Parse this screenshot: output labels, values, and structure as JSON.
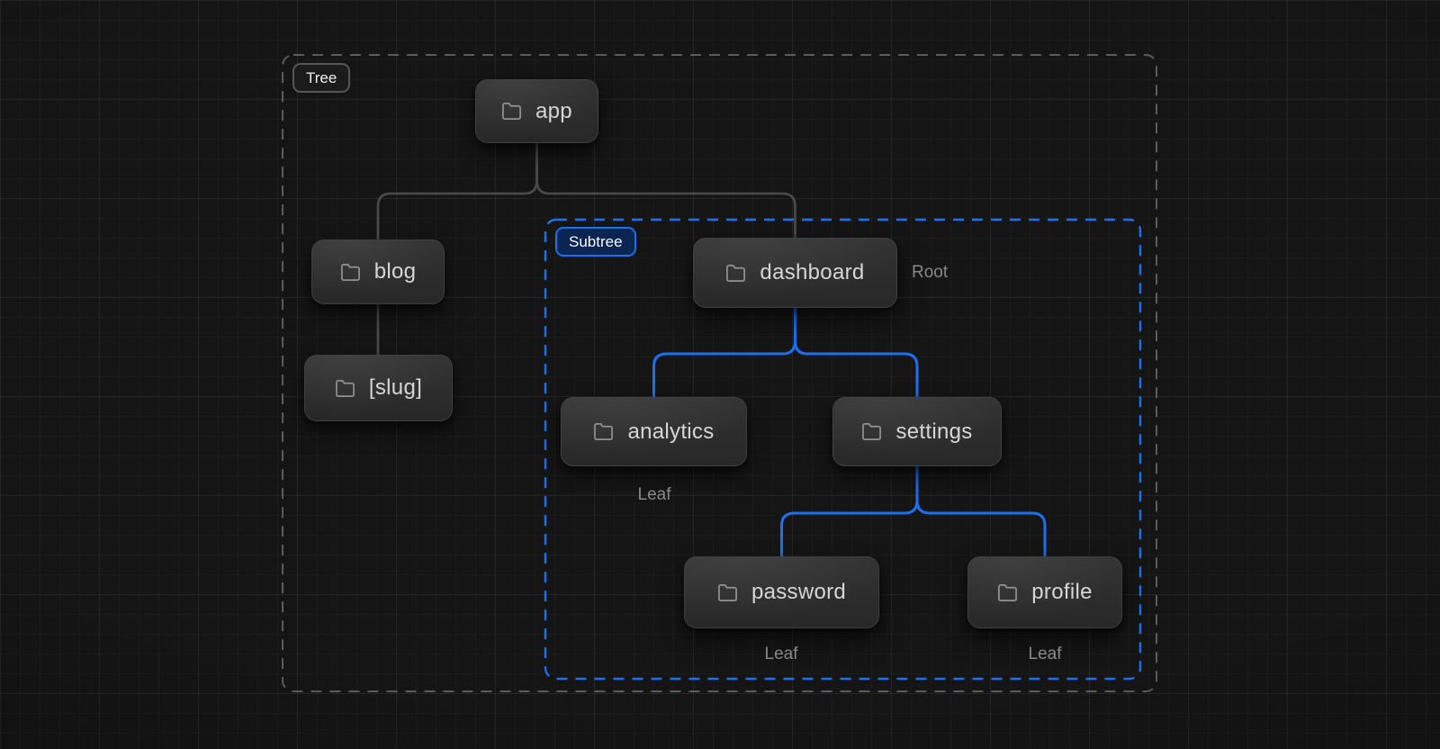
{
  "diagram": {
    "tree_label": "Tree",
    "subtree_label": "Subtree",
    "nodes": {
      "app": {
        "label": "app"
      },
      "blog": {
        "label": "blog"
      },
      "slug": {
        "label": "[slug]"
      },
      "dashboard": {
        "label": "dashboard",
        "caption": "Root"
      },
      "analytics": {
        "label": "analytics",
        "caption": "Leaf"
      },
      "settings": {
        "label": "settings"
      },
      "password": {
        "label": "password",
        "caption": "Leaf"
      },
      "profile": {
        "label": "profile",
        "caption": "Leaf"
      }
    },
    "colors": {
      "accent_blue": "#1b70f0",
      "connector_gray": "#4b4b4b",
      "boundary_gray": "#5c5c5c",
      "node_background": "#2d2d2d",
      "canvas_background": "#151515"
    }
  }
}
